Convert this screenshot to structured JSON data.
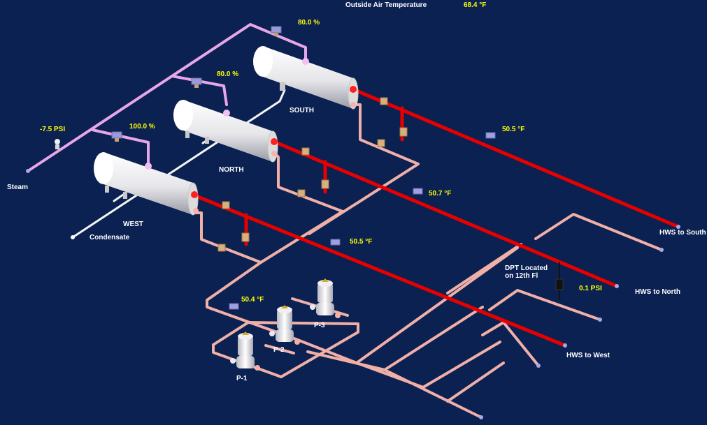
{
  "header": {
    "oat_label": "Outside Air Temperature",
    "oat_value": "68.4 °F"
  },
  "steam": {
    "label": "Steam",
    "pressure": "-7.5 PSI"
  },
  "condensate": {
    "label": "Condensate"
  },
  "valves": {
    "south_pct": "80.0 %",
    "north_pct": "80.0 %",
    "west_pct": "100.0 %"
  },
  "exchangers": {
    "south": "SOUTH",
    "north": "NORTH",
    "west": "WEST"
  },
  "supply_temps": {
    "south": "50.5 °F",
    "north": "50.7 °F",
    "west": "50.5 °F",
    "return": "50.4 °F"
  },
  "outlets": {
    "south": "HWS to South",
    "north": "HWS to North",
    "west": "HWS to West"
  },
  "dpt": {
    "label_line1": "DPT Located",
    "label_line2": "on 12th Fl",
    "value": "0.1 PSI"
  },
  "pumps": {
    "p1": "P-1",
    "p2": "P-2",
    "p3": "P-3"
  },
  "colors": {
    "background": "#0a2152",
    "value_text": "#ffff00",
    "label_text": "#ffffff",
    "steam_pipe": "#e8a6e8",
    "supply_pipe": "#e60000",
    "return_pipe": "#f0b0a8",
    "condensate_pipe": "#ffffff"
  }
}
